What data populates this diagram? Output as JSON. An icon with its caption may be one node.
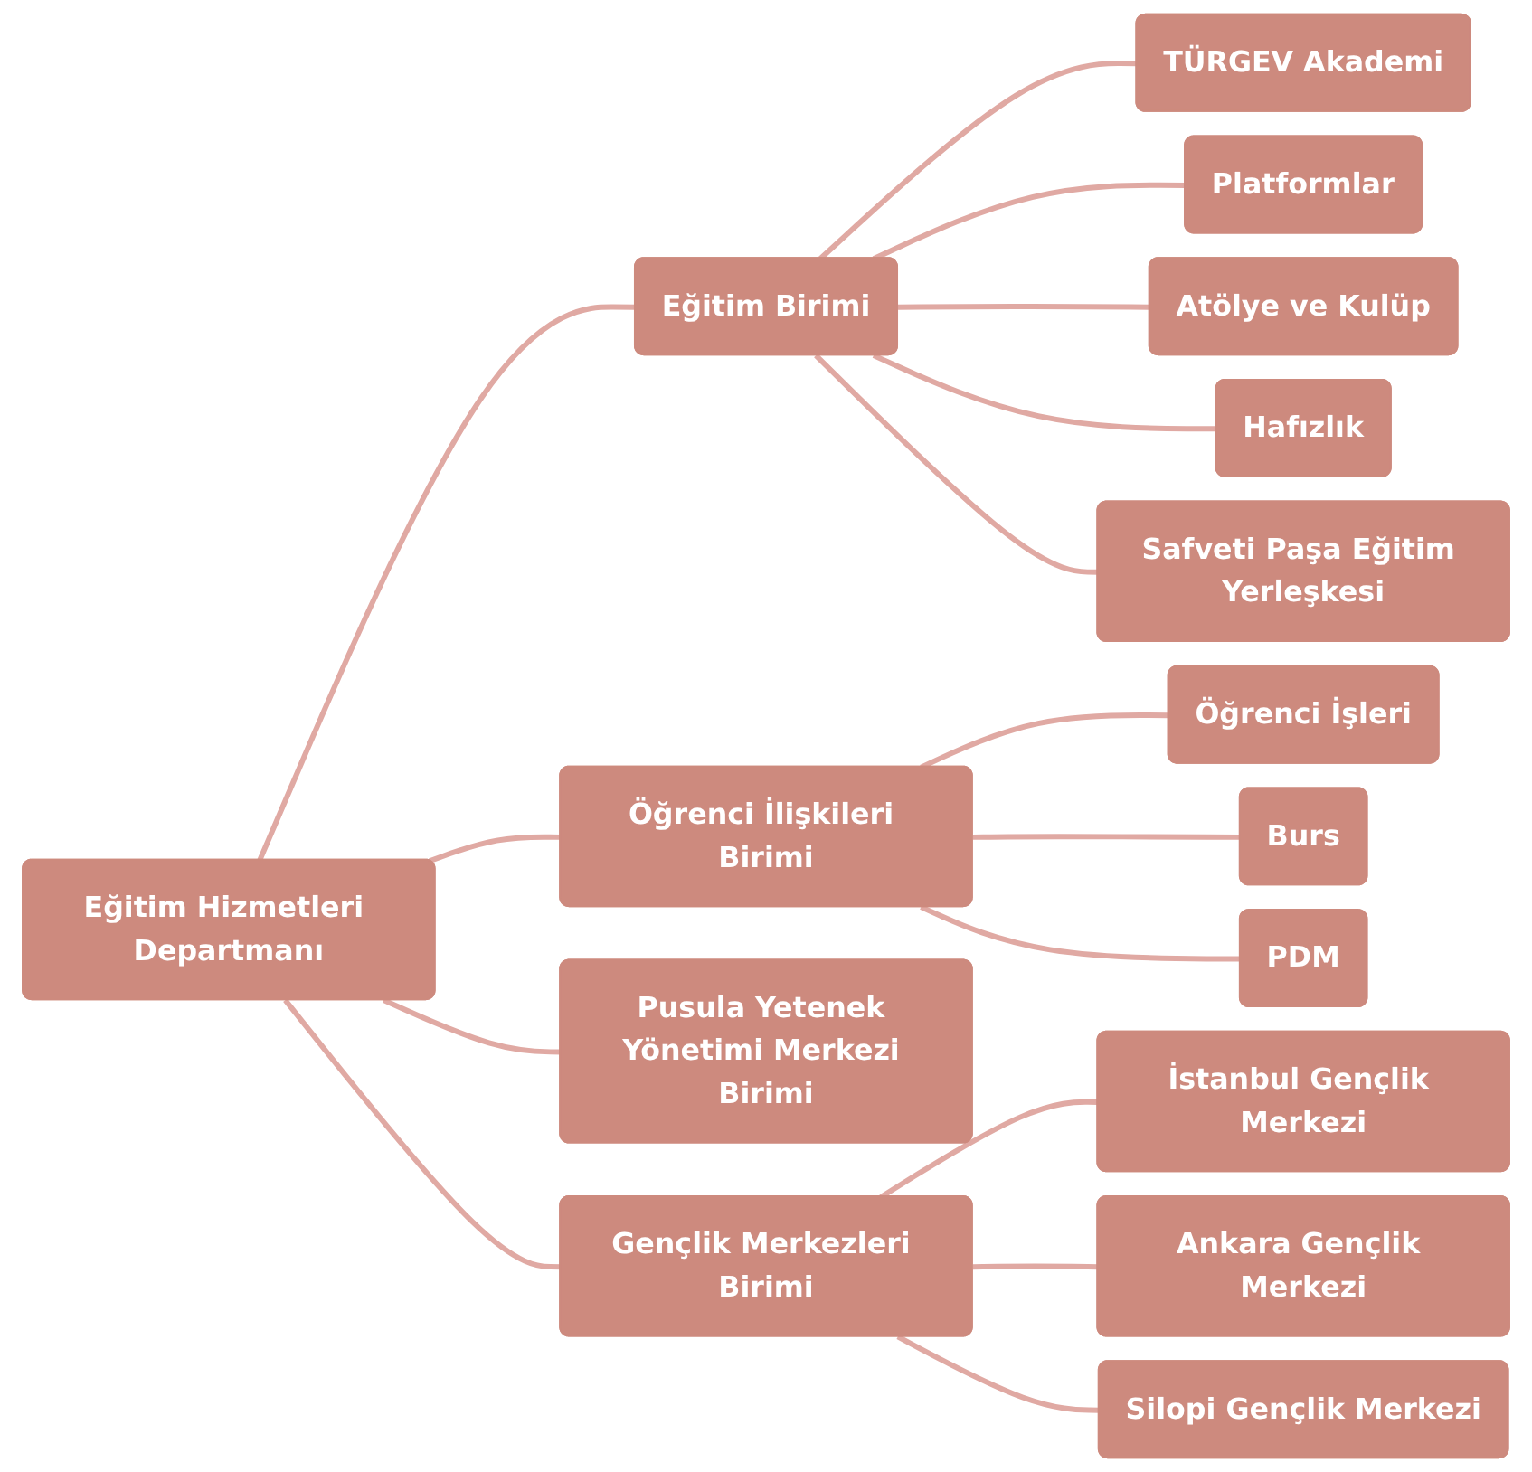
{
  "diagram": {
    "nodes": [
      {
        "text": [
          "Eğitim Hizmetleri Departmanı"
        ]
      },
      {
        "text": [
          "Eğitim Birimi"
        ]
      },
      {
        "text": [
          "Öğrenci İlişkileri Birimi"
        ]
      },
      {
        "text": [
          "Pusula Yetenek Yönetimi Merkezi Birimi"
        ]
      },
      {
        "text": [
          "Gençlik Merkezleri Birimi"
        ]
      },
      {
        "text": [
          "TÜRGEV Akademi"
        ]
      },
      {
        "text": [
          "Platformlar"
        ]
      },
      {
        "text": [
          "Atölye ve Kulüp"
        ]
      },
      {
        "text": [
          "Hafızlık"
        ]
      },
      {
        "text": [
          "Safveti Paşa Eğitim Yerleşkesi"
        ]
      },
      {
        "text": [
          "Öğrenci İşleri"
        ]
      },
      {
        "text": [
          "Burs"
        ]
      },
      {
        "text": [
          "PDM"
        ]
      },
      {
        "text": [
          "İstanbul Gençlik Merkezi"
        ]
      },
      {
        "text": [
          "Ankara Gençlik Merkezi"
        ]
      },
      {
        "text": [
          "Silopi Gençlik Merkezi"
        ]
      }
    ],
    "edges": [
      {
        "from": 0,
        "to": 1,
        "arrow": "none"
      },
      {
        "from": 0,
        "to": 2,
        "arrow": "none"
      },
      {
        "from": 0,
        "to": 3,
        "arrow": "none"
      },
      {
        "from": 0,
        "to": 4,
        "arrow": "none"
      },
      {
        "from": 1,
        "to": 5,
        "arrow": "none"
      },
      {
        "from": 1,
        "to": 6,
        "arrow": "none"
      },
      {
        "from": 1,
        "to": 7,
        "arrow": "none"
      },
      {
        "from": 1,
        "to": 8,
        "arrow": "none"
      },
      {
        "from": 1,
        "to": 9,
        "arrow": "none"
      },
      {
        "from": 2,
        "to": 10,
        "arrow": "none"
      },
      {
        "from": 2,
        "to": 11,
        "arrow": "none"
      },
      {
        "from": 2,
        "to": 12,
        "arrow": "none"
      },
      {
        "from": 4,
        "to": 13,
        "arrow": "none"
      },
      {
        "from": 4,
        "to": 14,
        "arrow": "none"
      },
      {
        "from": 4,
        "to": 15,
        "arrow": "none"
      }
    ]
  }
}
